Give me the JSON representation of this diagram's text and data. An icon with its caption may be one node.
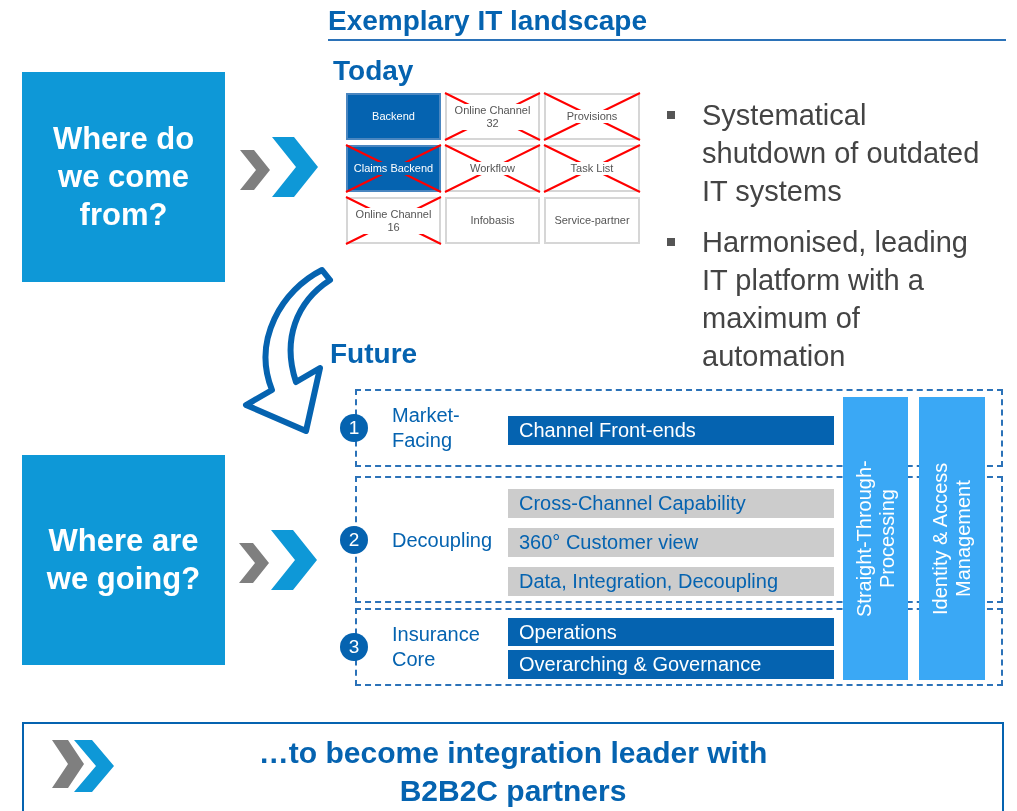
{
  "diagram": {
    "title": "Exemplary IT landscape",
    "nodes": [
      {
        "text": [
          "Where do we come from?"
        ]
      },
      {
        "text": [
          "Today"
        ]
      },
      {
        "text": [
          "Backend"
        ],
        "in": 1
      },
      {
        "text": [
          "Online Channel 32"
        ],
        "in": 1
      },
      {
        "text": [
          "Provisions"
        ],
        "in": 1
      },
      {
        "text": [
          "Claims Backend"
        ],
        "in": 1
      },
      {
        "text": [
          "Workflow"
        ],
        "in": 1
      },
      {
        "text": [
          "Task List"
        ],
        "in": 1
      },
      {
        "text": [
          "Online Channel 16"
        ],
        "in": 1
      },
      {
        "text": [
          "Infobasis"
        ],
        "in": 1
      },
      {
        "text": [
          "Service-partner"
        ],
        "in": 1
      },
      {
        "text": [
          "Where are we going?"
        ]
      },
      {
        "text": [
          "Future"
        ]
      },
      {
        "text": [
          "Market-Facing"
        ],
        "in": 12,
        "beside": [
          "1"
        ]
      },
      {
        "text": [
          "Channel Front-ends"
        ],
        "in": 13
      },
      {
        "text": [
          "Decoupling"
        ],
        "in": 12,
        "beside": [
          "2"
        ]
      },
      {
        "text": [
          "Cross-Channel Capability"
        ],
        "in": 15
      },
      {
        "text": [
          "360° Customer view"
        ],
        "in": 15
      },
      {
        "text": [
          "Data, Integration, Decoupling"
        ],
        "in": 15
      },
      {
        "text": [
          "Insurance Core"
        ],
        "in": 12,
        "beside": [
          "3"
        ]
      },
      {
        "text": [
          "Operations"
        ],
        "in": 19
      },
      {
        "text": [
          "Overarching & Governance"
        ],
        "in": 19
      },
      {
        "text": [
          "Straight-Through-Processing"
        ],
        "in": 12
      },
      {
        "text": [
          "Identity & Access Management"
        ],
        "in": 12
      },
      {
        "text": [
          "…to become integration leader with B2B2C partners"
        ]
      }
    ],
    "edges": [
      {
        "from": 0,
        "to": 1,
        "arrow": "to"
      },
      {
        "from": 0,
        "to": 11,
        "arrow": "to"
      },
      {
        "from": 11,
        "to": 12,
        "arrow": "to"
      }
    ],
    "labels": [
      "Systematical shutdown of outdated IT systems",
      "Harmonised, leading IT platform with a maximum of automation"
    ]
  }
}
